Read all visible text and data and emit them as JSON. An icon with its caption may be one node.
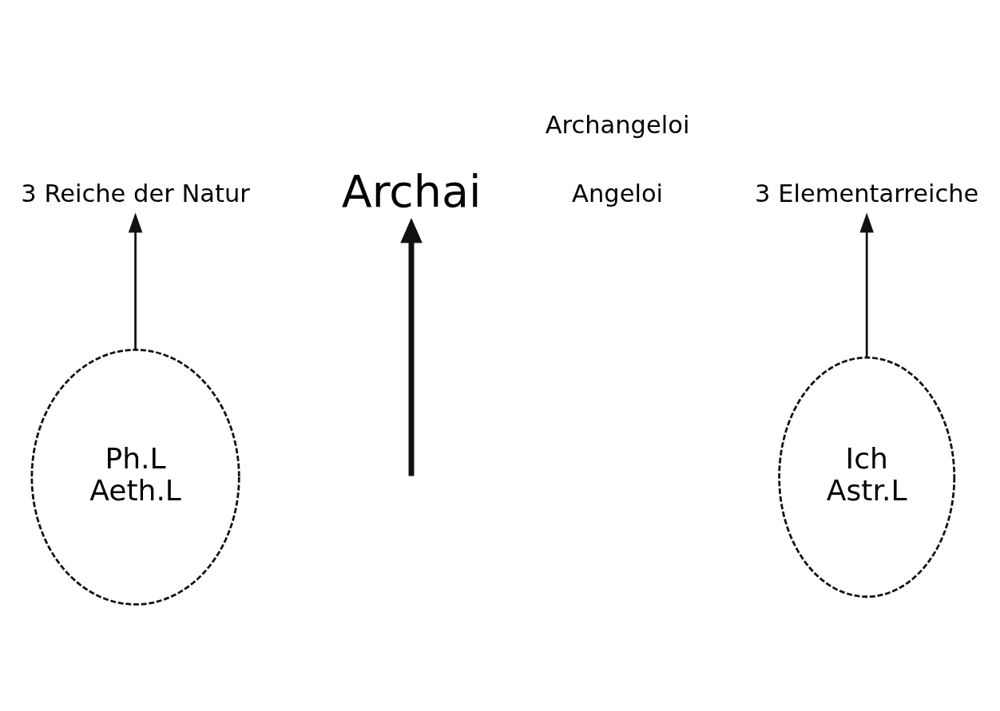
{
  "diagram": {
    "nodes": [
      {
        "text": [
          "3 Reiche der Natur"
        ]
      },
      {
        "text": [
          "Archai"
        ]
      },
      {
        "text": [
          "3 Elementarreiche"
        ]
      },
      {
        "text": [
          "Ph.L",
          "Aeth.L"
        ]
      },
      {
        "text": [
          "Ich",
          "Astr.L"
        ]
      }
    ],
    "edges": [
      {
        "from": 3,
        "to": 0,
        "arrow": "to"
      },
      {
        "from": null,
        "to": 1,
        "arrow": "to",
        "style": "thick"
      },
      {
        "from": 4,
        "to": 2,
        "arrow": "to"
      }
    ],
    "labels": [
      "Archangeloi",
      "Angeloi"
    ]
  }
}
